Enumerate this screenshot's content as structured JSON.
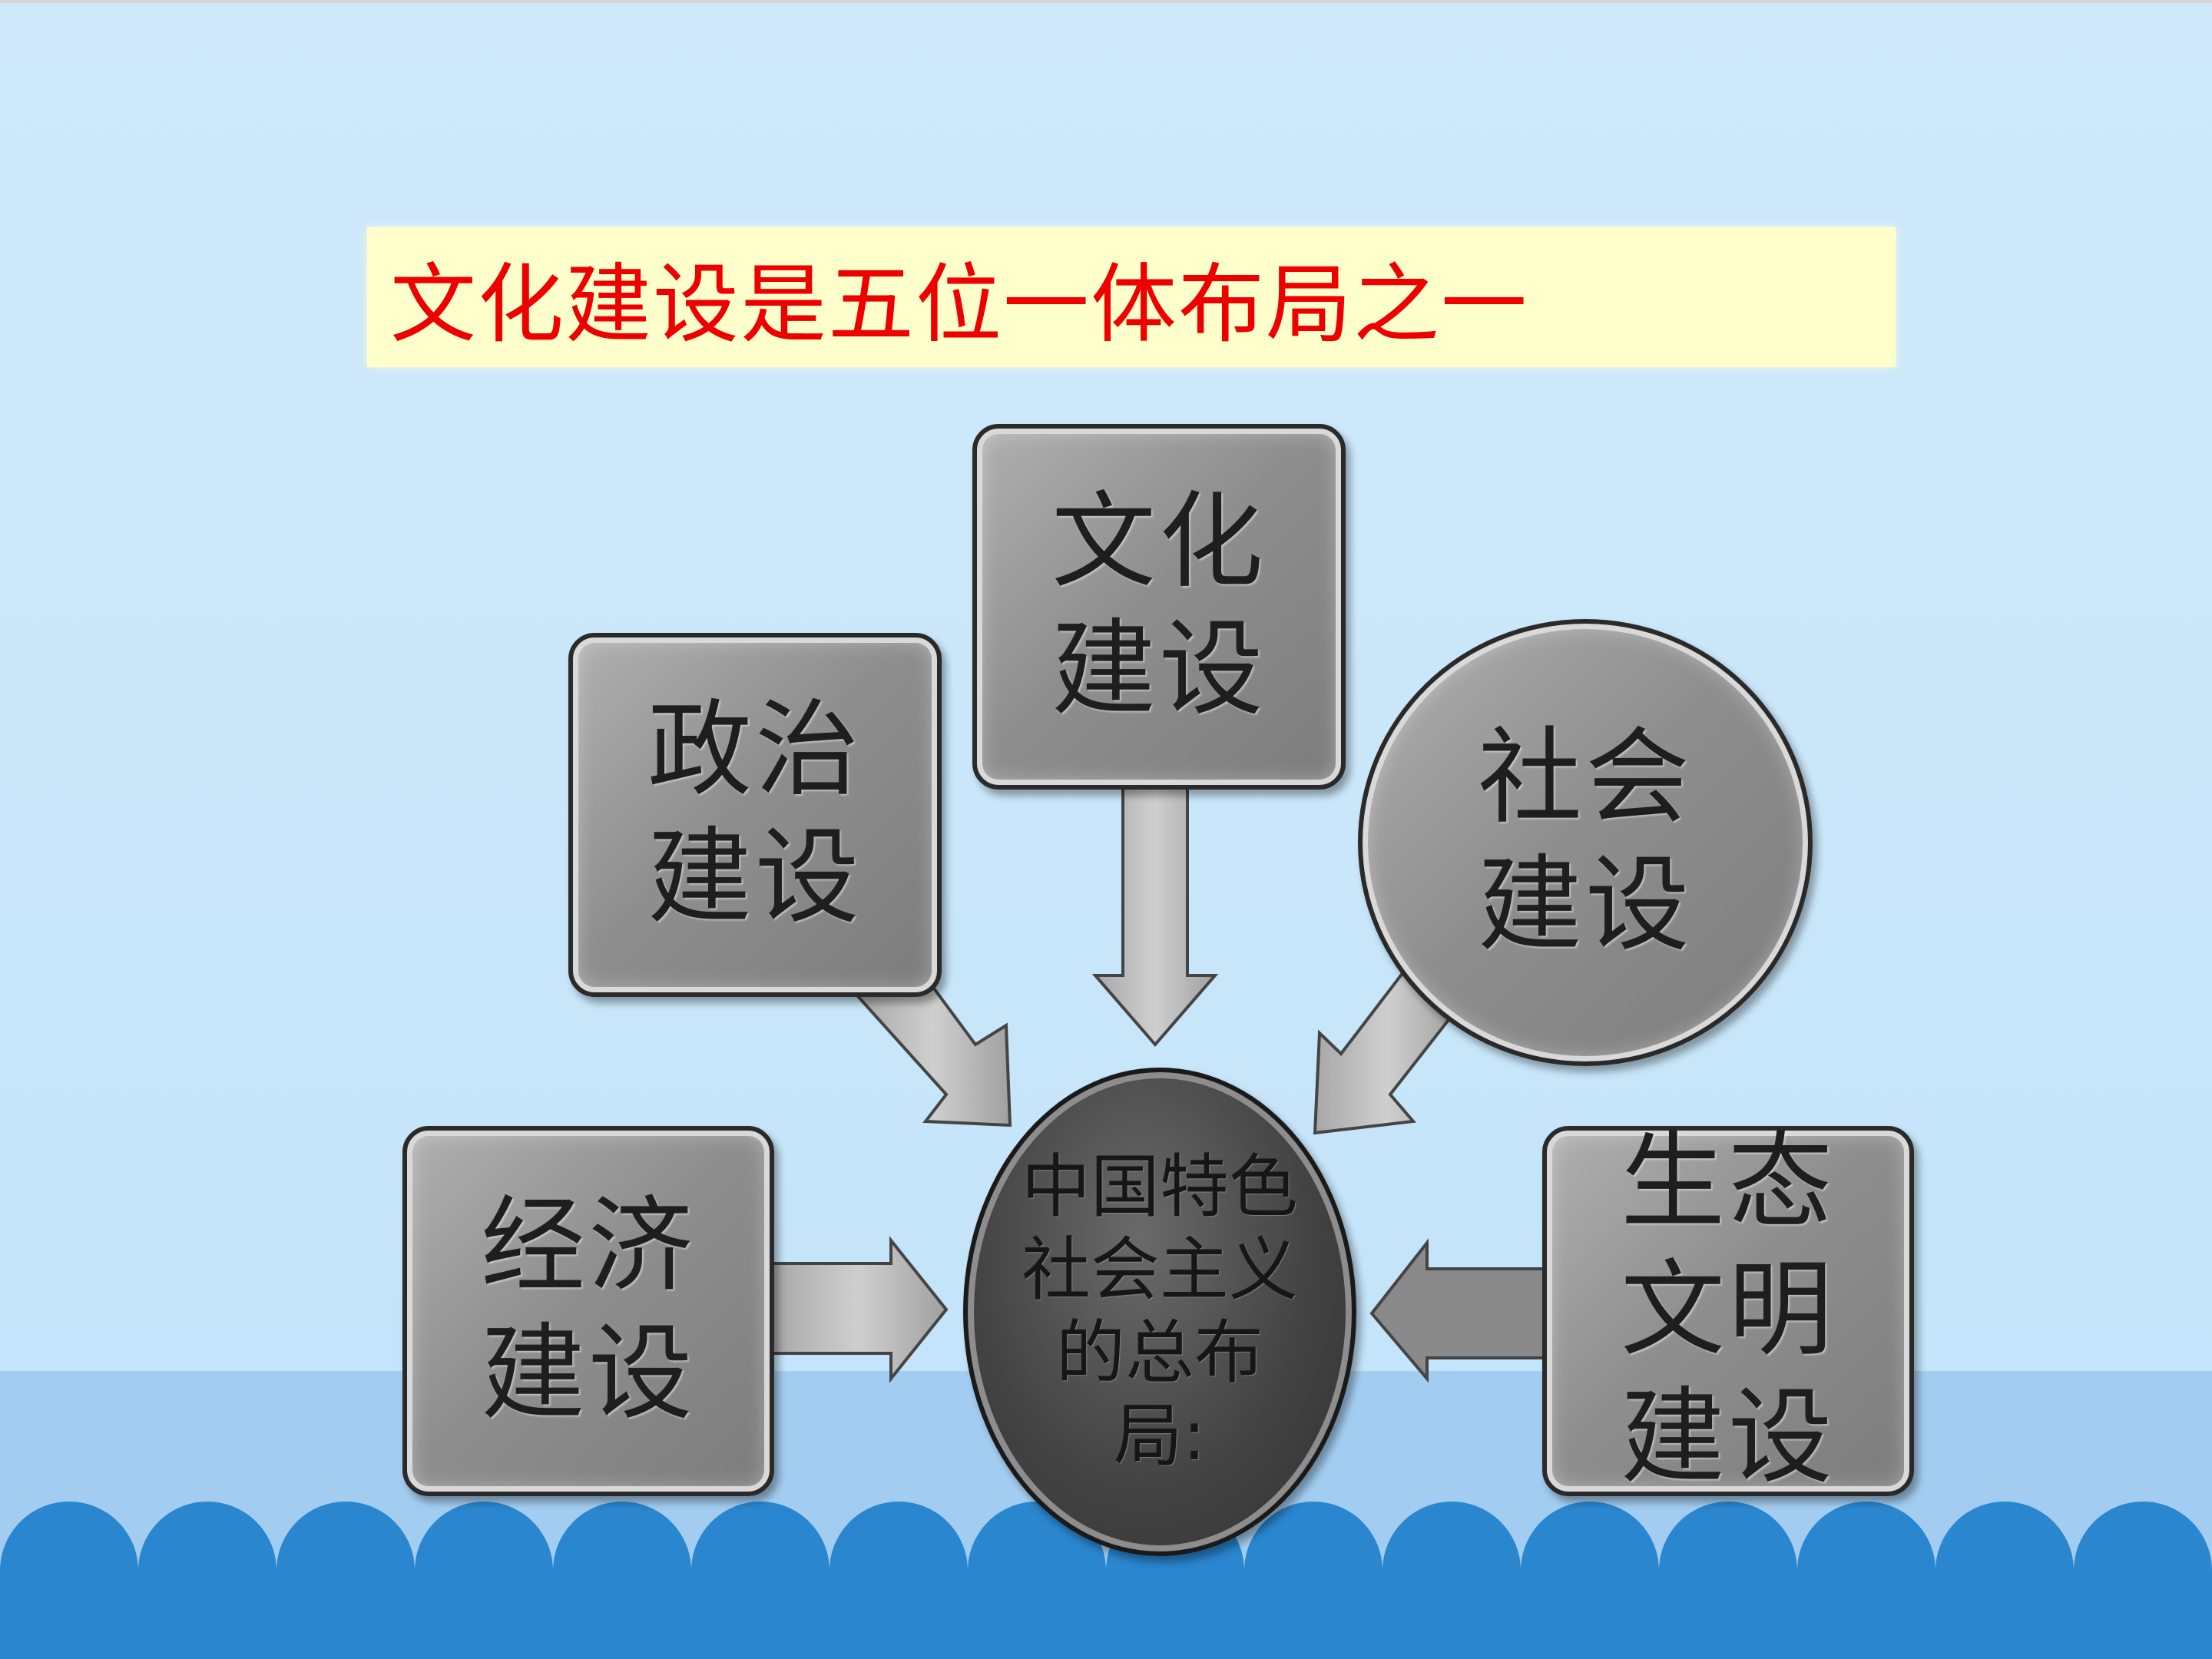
{
  "slide": {
    "title": "文化建设是五位一体布局之一"
  },
  "diagram": {
    "center": "中国特色社会主义的总布局:",
    "nodes": {
      "culture": "文化建设",
      "politics": "政治建设",
      "society": "社会建设",
      "economy": "经济建设",
      "ecology": "生态文明建设"
    }
  },
  "colors": {
    "title_text": "#ee0000",
    "title_bg": "#ffffcc",
    "sky": "#c8e6fa",
    "wave_light": "#a3cdf0",
    "wave_dark": "#2a86cf"
  }
}
